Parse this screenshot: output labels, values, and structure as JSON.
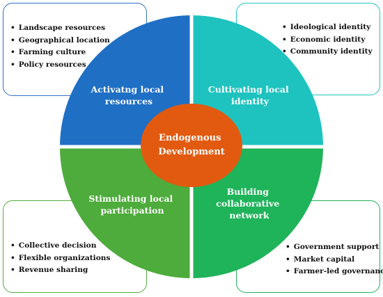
{
  "center": {
    "line1": "Endogenous",
    "line2": "Development"
  },
  "quadrants": {
    "top_left": {
      "line1": "Activatng local",
      "line2": "resources"
    },
    "top_right": {
      "line1": "Cultivating local",
      "line2": "identity"
    },
    "bottom_left": {
      "line1": "Stimulating local",
      "line2": "participation"
    },
    "bottom_right": {
      "line1": "Building",
      "line2": "collaborative",
      "line3": "network"
    }
  },
  "boxes": {
    "top_left": [
      "Landscape resources",
      "Geographical location",
      "Farming culture",
      "Policy resources"
    ],
    "top_right": [
      "Ideological identity",
      "Economic identity",
      "Community identity"
    ],
    "bottom_left": [
      "Collective decision",
      "Flexible organizations",
      "Revenue sharing"
    ],
    "bottom_right": [
      "Government support",
      "Market capital",
      "Farmer-led governance"
    ]
  },
  "colors": {
    "top_left": "#1f6fc5",
    "top_right": "#1ec3bf",
    "bottom_left": "#4dac3b",
    "bottom_right": "#1fb35a",
    "center": "#e25a10"
  }
}
